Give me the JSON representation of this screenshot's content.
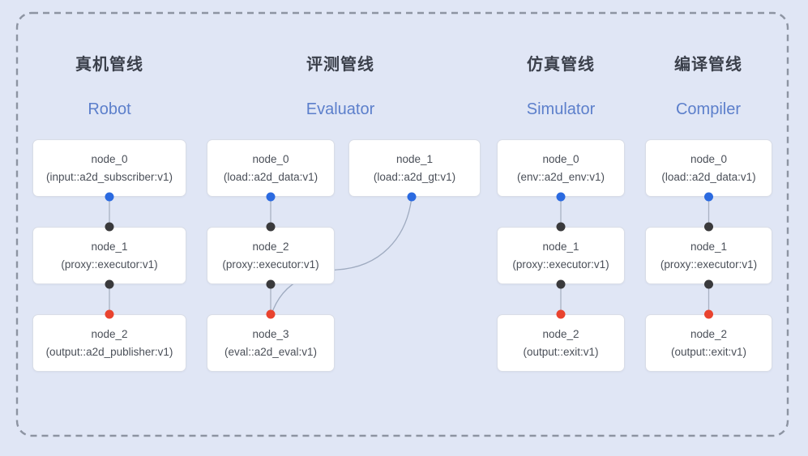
{
  "panel": {
    "name": "pipelines-diagram",
    "pipelines": [
      {
        "key": "robot",
        "title_zh": "真机管线",
        "title_en": "Robot",
        "nodes": [
          {
            "label": "node_0",
            "sublabel": "(input::a2d_subscriber:v1)"
          },
          {
            "label": "node_1",
            "sublabel": "(proxy::executor:v1)"
          },
          {
            "label": "node_2",
            "sublabel": "(output::a2d_publisher:v1)"
          }
        ]
      },
      {
        "key": "evaluator",
        "title_zh": "评测管线",
        "title_en": "Evaluator",
        "nodes": [
          {
            "label": "node_0",
            "sublabel": "(load::a2d_data:v1)"
          },
          {
            "label": "node_1",
            "sublabel": "(load::a2d_gt:v1)"
          },
          {
            "label": "node_2",
            "sublabel": "(proxy::executor:v1)"
          },
          {
            "label": "node_3",
            "sublabel": "(eval::a2d_eval:v1)"
          }
        ]
      },
      {
        "key": "simulator",
        "title_zh": "仿真管线",
        "title_en": "Simulator",
        "nodes": [
          {
            "label": "node_0",
            "sublabel": "(env::a2d_env:v1)"
          },
          {
            "label": "node_1",
            "sublabel": "(proxy::executor:v1)"
          },
          {
            "label": "node_2",
            "sublabel": "(output::exit:v1)"
          }
        ]
      },
      {
        "key": "compiler",
        "title_zh": "编译管线",
        "title_en": "Compiler",
        "nodes": [
          {
            "label": "node_0",
            "sublabel": "(load::a2d_data:v1)"
          },
          {
            "label": "node_1",
            "sublabel": "(proxy::executor:v1)"
          },
          {
            "label": "node_2",
            "sublabel": "(output::exit:v1)"
          }
        ]
      }
    ],
    "colors": {
      "background": "#e0e6f5",
      "title_text": "#3b404b",
      "title_accent_blue": "#5c7fcb",
      "node_border": "#d9dde7",
      "node_background": "#ffffff",
      "node_text": "#4a4f58",
      "edge_line": "#a8b1c2",
      "port_dot_blue": "#2b6ae0",
      "port_dot_dark": "#3a3a3c",
      "port_dot_red": "#e9432f",
      "dashed_border": "#8d94a2"
    }
  }
}
